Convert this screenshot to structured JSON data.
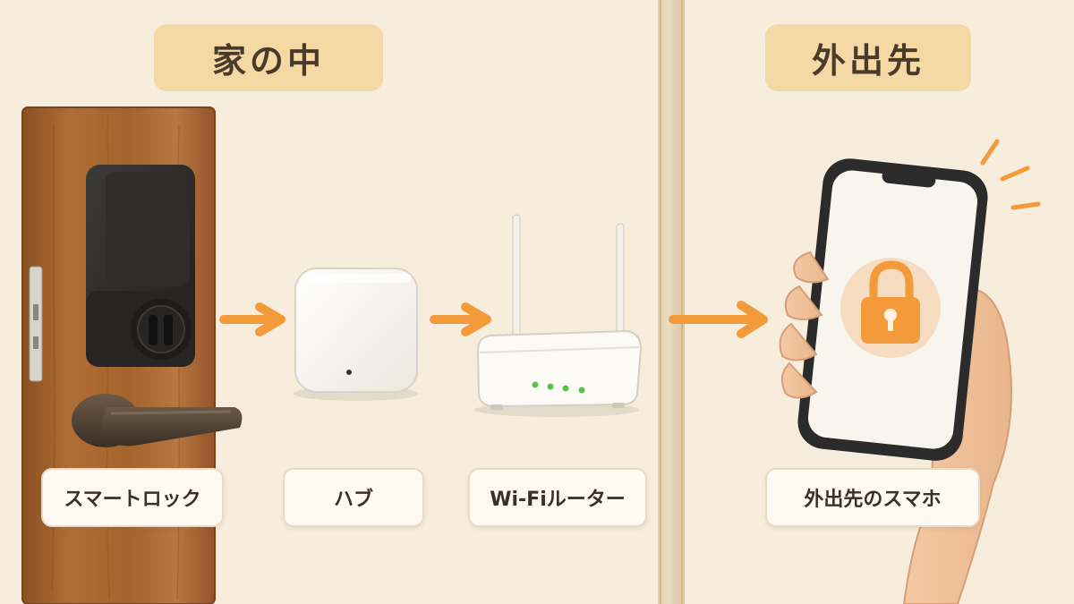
{
  "sections": {
    "home_title": "家の中",
    "away_title": "外出先"
  },
  "devices": {
    "smart_lock": "スマートロック",
    "hub": "ハブ",
    "wifi_router": "Wi-Fiルーター",
    "phone": "外出先のスマホ"
  },
  "icons": {
    "smart_lock": "smart-lock-icon",
    "hub": "hub-icon",
    "router": "wifi-router-icon",
    "phone": "smartphone-icon",
    "padlock": "padlock-icon",
    "arrow": "arrow-right-icon"
  },
  "colors": {
    "accent": "#f39a3a",
    "title_badge": "#f4d9a4",
    "door_wood": "#a8672f",
    "router_led": "#5cc04a"
  }
}
